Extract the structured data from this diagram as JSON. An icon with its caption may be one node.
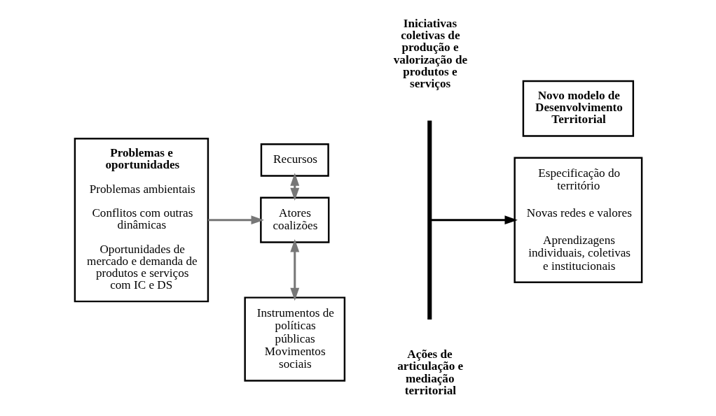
{
  "diagram": {
    "nodes": [
      {
        "text": [
          "Problemas e oportunidades",
          "Problemas ambientais",
          "Conflitos com outras dinâmicas",
          "Oportunidades de mercado e demanda de produtos e serviços com IC e DS"
        ]
      },
      {
        "text": [
          "Recursos"
        ]
      },
      {
        "text": [
          "Atores coalizões"
        ]
      },
      {
        "text": [
          "Instrumentos de políticas públicas Movimentos sociais"
        ]
      },
      {
        "text": [],
        "shape": "bar"
      },
      {
        "text": [
          "Novo modelo de Desenvolvimento Territorial"
        ]
      },
      {
        "text": [
          "Especificação do território",
          "Novas redes e valores",
          "Aprendizagens individuais, coletivas e institucionais"
        ]
      }
    ],
    "edges": [
      {
        "from": 0,
        "to": 2,
        "arrow": "to"
      },
      {
        "from": 1,
        "to": 2,
        "arrow": "both"
      },
      {
        "from": 2,
        "to": 3,
        "arrow": "both"
      },
      {
        "from": 4,
        "to": 6,
        "arrow": "to",
        "color": "#000000"
      }
    ],
    "labels": [
      "Iniciativas coletivas de produção e valorização de produtos e serviços",
      "Ações de articulação e mediação territorial"
    ]
  }
}
